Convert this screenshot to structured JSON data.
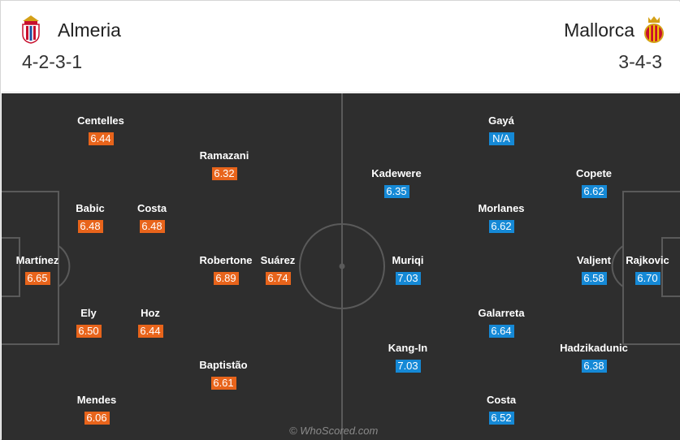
{
  "home": {
    "name": "Almeria",
    "formation": "4-2-3-1",
    "crest_icon": "almeria-crest-icon",
    "color": "#e8641b",
    "players": [
      {
        "name": "Centelles",
        "rating": "6.44"
      },
      {
        "name": "Ramazani",
        "rating": "6.32"
      },
      {
        "name": "Babic",
        "rating": "6.48"
      },
      {
        "name": "Costa",
        "rating": "6.48"
      },
      {
        "name": "Martínez",
        "rating": "6.65"
      },
      {
        "name": "Robertone",
        "rating": "6.89"
      },
      {
        "name": "Suárez",
        "rating": "6.74"
      },
      {
        "name": "Ely",
        "rating": "6.50"
      },
      {
        "name": "Hoz",
        "rating": "6.44"
      },
      {
        "name": "Baptistão",
        "rating": "6.61"
      },
      {
        "name": "Mendes",
        "rating": "6.06"
      }
    ]
  },
  "away": {
    "name": "Mallorca",
    "formation": "3-4-3",
    "crest_icon": "mallorca-crest-icon",
    "color": "#1589d6",
    "players": [
      {
        "name": "Gayá",
        "rating": "N/A"
      },
      {
        "name": "Kadewere",
        "rating": "6.35"
      },
      {
        "name": "Copete",
        "rating": "6.62"
      },
      {
        "name": "Morlanes",
        "rating": "6.62"
      },
      {
        "name": "Muriqi",
        "rating": "7.03"
      },
      {
        "name": "Valjent",
        "rating": "6.58"
      },
      {
        "name": "Rajkovic",
        "rating": "6.70"
      },
      {
        "name": "Galarreta",
        "rating": "6.64"
      },
      {
        "name": "Kang-In",
        "rating": "7.03"
      },
      {
        "name": "Hadzikadunic",
        "rating": "6.38"
      },
      {
        "name": "Costa",
        "rating": "6.52"
      }
    ]
  },
  "watermark": "© WhoScored.com"
}
